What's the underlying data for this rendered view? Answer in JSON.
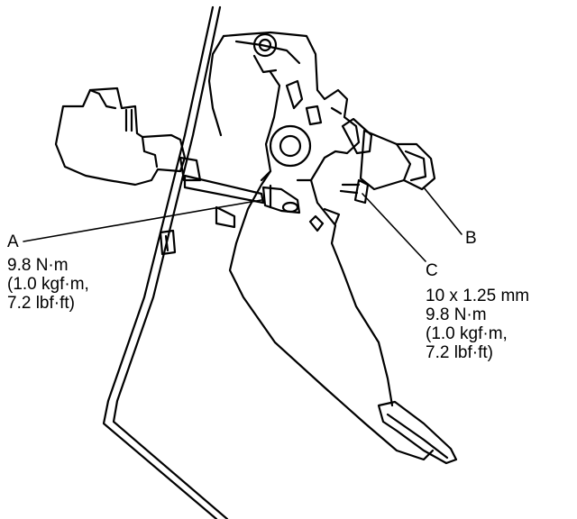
{
  "callouts": {
    "a": {
      "letter": "A",
      "spec_lines": [
        "9.8 N·m",
        "(1.0 kgf·m,",
        "7.2 lbf·ft)"
      ]
    },
    "b": {
      "letter": "B"
    },
    "c": {
      "letter": "C",
      "spec_lines": [
        "10 x 1.25 mm",
        "9.8 N·m",
        "(1.0 kgf·m,",
        "7.2 lbf·ft)"
      ]
    }
  },
  "colors": {
    "ink": "#000000",
    "paper": "#ffffff"
  }
}
